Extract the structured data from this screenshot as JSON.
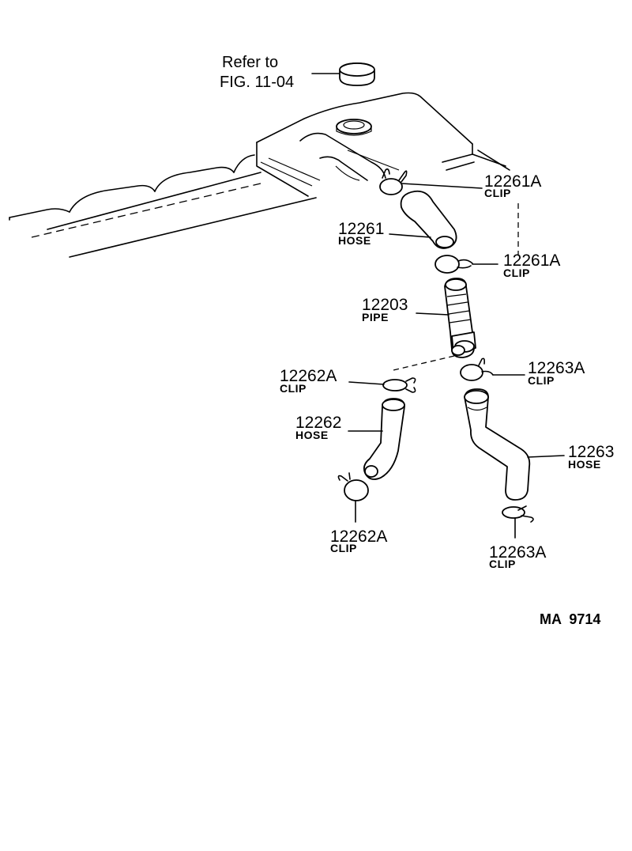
{
  "reference": {
    "line1": "Refer to",
    "line2": "FIG. 11-04"
  },
  "parts": [
    {
      "number": "12261A",
      "name": "CLIP"
    },
    {
      "number": "12261",
      "name": "HOSE"
    },
    {
      "number": "12261A",
      "name": "CLIP"
    },
    {
      "number": "12203",
      "name": "PIPE"
    },
    {
      "number": "12262A",
      "name": "CLIP"
    },
    {
      "number": "12263A",
      "name": "CLIP"
    },
    {
      "number": "12262",
      "name": "HOSE"
    },
    {
      "number": "12263",
      "name": "HOSE"
    },
    {
      "number": "12262A",
      "name": "CLIP"
    },
    {
      "number": "12263A",
      "name": "CLIP"
    }
  ],
  "drawing_code": "MA  9714"
}
